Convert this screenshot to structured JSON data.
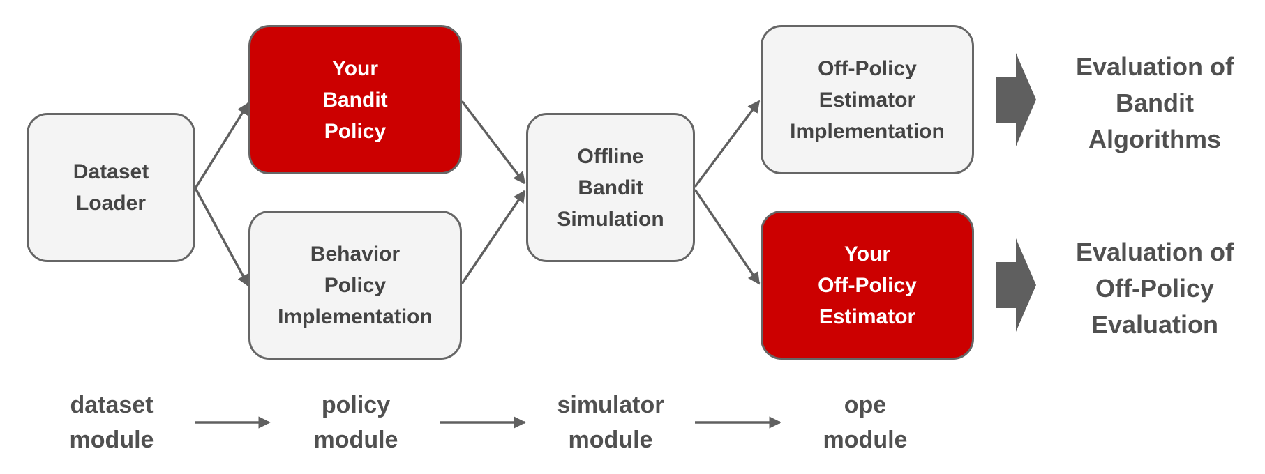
{
  "colors": {
    "box_fill": "#f4f4f4",
    "box_border": "#666666",
    "highlight_fill": "#cc0000",
    "text": "#444444",
    "arrow": "#606060"
  },
  "nodes": {
    "dataset_loader": "Dataset\nLoader",
    "your_bandit_policy": "Your\nBandit\nPolicy",
    "behavior_policy": "Behavior\nPolicy\nImplementation",
    "offline_simulation": "Offline\nBandit\nSimulation",
    "ope_estimator": "Off-Policy\nEstimator\nImplementation",
    "your_ope_estimator": "Your\nOff-Policy\nEstimator"
  },
  "results": {
    "bandit_algorithms": "Evaluation of\nBandit\nAlgorithms",
    "off_policy_evaluation": "Evaluation of\nOff-Policy\nEvaluation"
  },
  "modules": {
    "dataset": "dataset\nmodule",
    "policy": "policy\nmodule",
    "simulator": "simulator\nmodule",
    "ope": "ope\nmodule"
  }
}
